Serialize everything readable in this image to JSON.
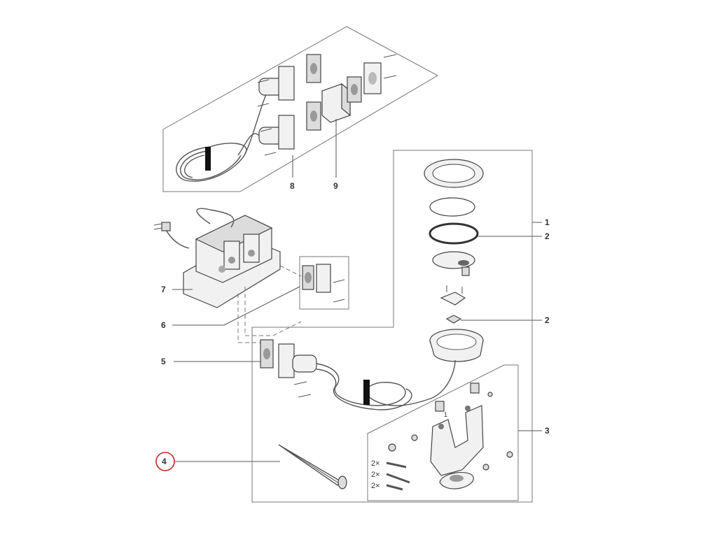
{
  "callouts": [
    {
      "id": "c8",
      "label": "8"
    },
    {
      "id": "c9",
      "label": "9"
    },
    {
      "id": "c1",
      "label": "1"
    },
    {
      "id": "c2a",
      "label": "2"
    },
    {
      "id": "c2b",
      "label": "2"
    },
    {
      "id": "c7",
      "label": "7"
    },
    {
      "id": "c6",
      "label": "6"
    },
    {
      "id": "c5",
      "label": "5"
    },
    {
      "id": "c3",
      "label": "3"
    },
    {
      "id": "c4",
      "label": "4"
    },
    {
      "id": "c1small",
      "label": "1"
    }
  ],
  "quantities": [
    {
      "label": "2×"
    },
    {
      "label": "2×"
    },
    {
      "label": "2×"
    }
  ],
  "highlight_color": "#c0282d"
}
